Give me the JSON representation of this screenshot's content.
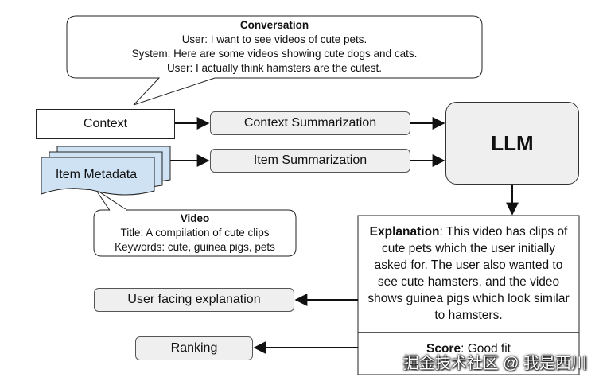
{
  "conversation": {
    "title": "Conversation",
    "lines": [
      "User: I want to see videos of cute pets.",
      "System: Here are some videos showing cute dogs and cats.",
      "User: I actually think hamsters are the cutest."
    ]
  },
  "nodes": {
    "context": "Context",
    "item_metadata": "Item Metadata",
    "context_summarization": "Context Summarization",
    "item_summarization": "Item Summarization",
    "llm": "LLM",
    "user_facing_explanation": "User facing explanation",
    "ranking": "Ranking"
  },
  "video": {
    "title": "Video",
    "lines": [
      "Title: A compilation of cute clips",
      "Keywords: cute, guinea pigs, pets"
    ]
  },
  "explanation": {
    "label": "Explanation",
    "text": ": This video has clips of cute pets which the user initially asked for. The user also wanted to see cute hamsters, and the video shows guinea pigs which look similar to hamsters."
  },
  "score": {
    "label": "Score",
    "text": ": Good fit"
  },
  "watermark": "掘金技术社区 @ 我是西川",
  "colors": {
    "gray_box": "#efefef",
    "metadata_blue": "#cfe2f3",
    "stroke": "#222222"
  }
}
